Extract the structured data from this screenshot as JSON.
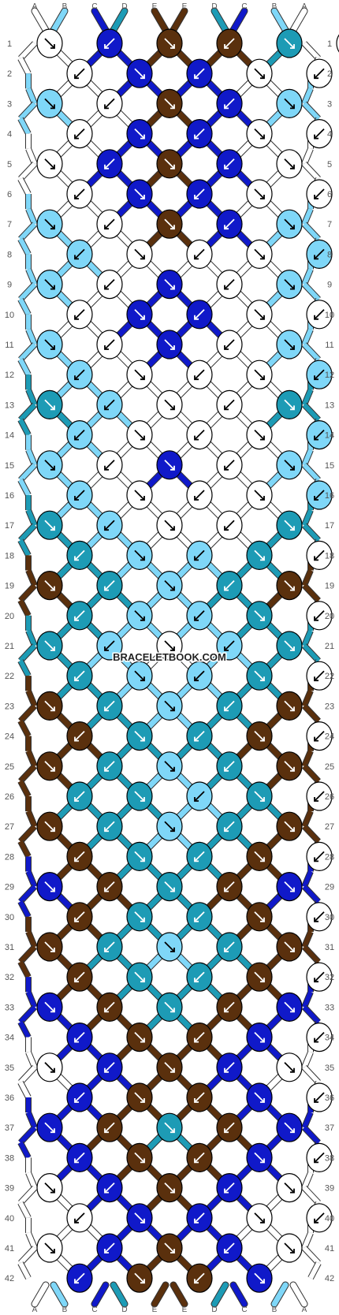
{
  "watermark": "BRACELETBOOK.COM",
  "strand_labels": [
    "A",
    "B",
    "C",
    "D",
    "E",
    "E",
    "D",
    "C",
    "B",
    "A"
  ],
  "colors": {
    "A": "#ffffff",
    "B": "#7fd7f8",
    "C": "#1019c9",
    "D": "#1d9bb5",
    "E": "#5a300d"
  },
  "row_numbers": [
    "1",
    "2",
    "3",
    "4",
    "5",
    "6",
    "7",
    "8",
    "9",
    "10",
    "11",
    "12",
    "13",
    "14",
    "15",
    "16",
    "17",
    "18",
    "19",
    "20",
    "21",
    "22",
    "23",
    "24",
    "25",
    "26",
    "27",
    "28",
    "29",
    "30",
    "31",
    "32",
    "33",
    "34",
    "35",
    "36",
    "37",
    "38",
    "39",
    "40",
    "41",
    "42"
  ],
  "knot_rows": [
    "ACEEDA",
    "ACCAA",
    "BAECB",
    "ACCAA",
    "ACECA",
    "ACCAA",
    "BAECB",
    "BAAAB",
    "BACAB",
    "ACCAA",
    "BACAB",
    "BAAAB",
    "DBAAD",
    "BAAAB",
    "BACAB",
    "BAAAB",
    "DBAAD",
    "DBBDA",
    "EDBDE",
    "DBBDA",
    "DBABD",
    "DBBDA",
    "EDBDE",
    "EDDEA",
    "EDBDE",
    "DDBDA",
    "EDBDE",
    "EDDEA",
    "CEDEC",
    "EDDEA",
    "EDBDE",
    "EDDEA",
    "CEDEC",
    "CEECA",
    "ACECA",
    "CEECA",
    "CEDEC",
    "CEECA",
    "ACECA",
    "ACCAA",
    "ACECA",
    "CEEC"
  ],
  "arrows_note": ""
}
